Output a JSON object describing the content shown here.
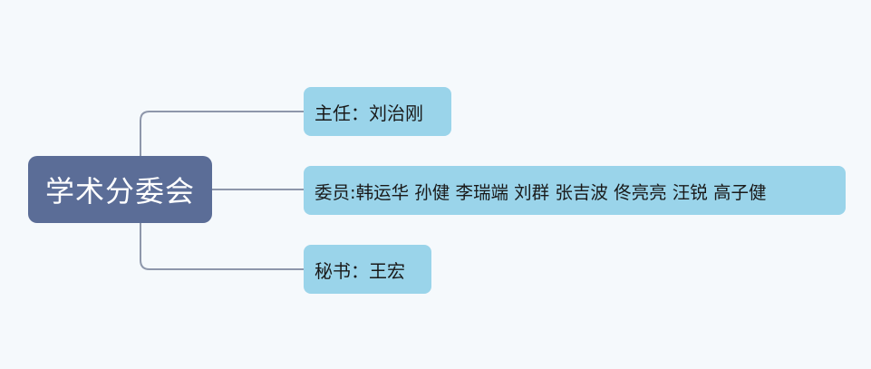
{
  "mindmap": {
    "root": {
      "label": "学术分委会"
    },
    "branches": [
      {
        "label": "主任：刘治刚"
      },
      {
        "label": "委员:韩运华 孙健 李瑞端 刘群 张吉波 佟亮亮 汪锐 高子健"
      },
      {
        "label": "秘书：王宏"
      }
    ]
  },
  "colors": {
    "background": "#f5f9fc",
    "root_fill": "#5b6d97",
    "root_text": "#ffffff",
    "branch_fill": "#9ad4ea",
    "branch_text": "#1a1a1a",
    "connector": "#8e97ab"
  }
}
